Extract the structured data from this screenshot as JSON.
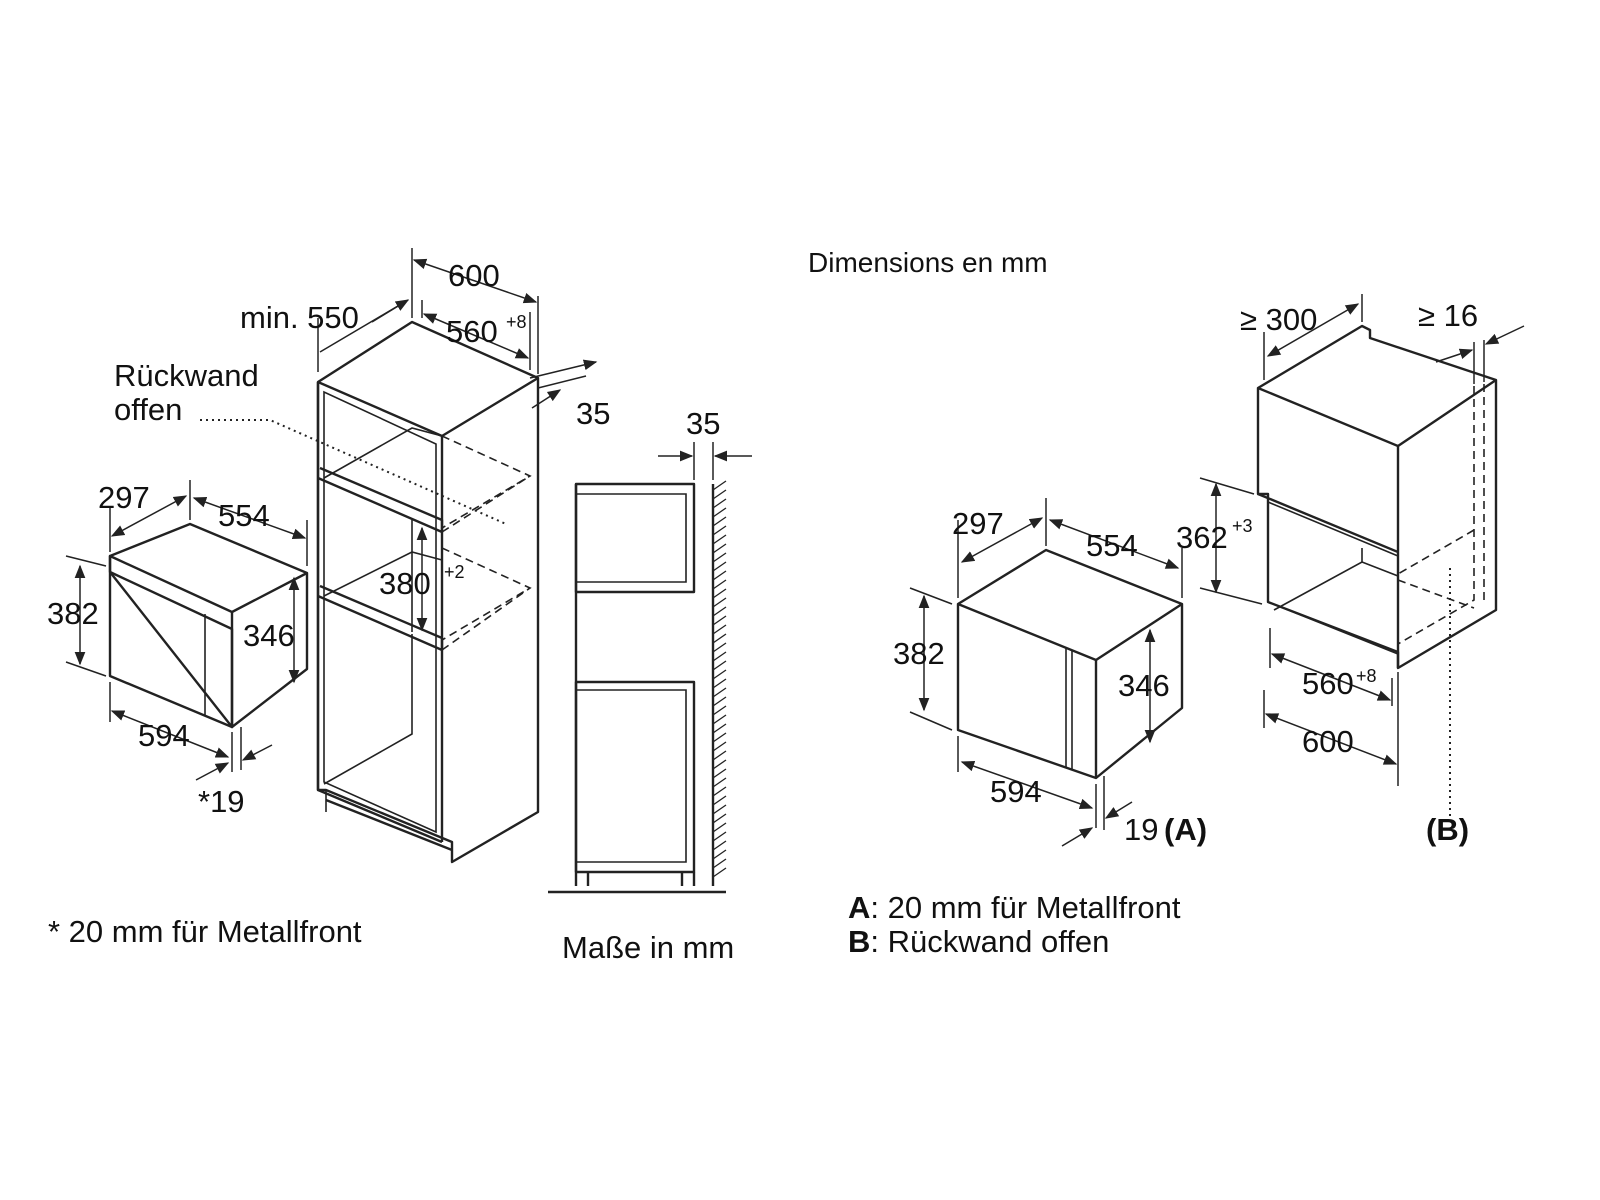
{
  "left_diagram": {
    "microwave": {
      "depth": "297",
      "width_top": "554",
      "height": "382",
      "inner_height": "346",
      "width": "594",
      "front_offset": "*19"
    },
    "cabinet": {
      "depth_min": "min. 550",
      "width": "600",
      "inner_width": "560",
      "inner_width_tol": "+8",
      "side_offset": "35",
      "niche_height": "380",
      "niche_height_tol": "+2",
      "back_wall_label_1": "Rückwand",
      "back_wall_label_2": "offen"
    },
    "side_view": {
      "gap": "35"
    },
    "footnote": "* 20 mm für Metallfront",
    "units": "Maße in mm"
  },
  "right_diagram": {
    "title": "Dimensions en mm",
    "microwave": {
      "depth": "297",
      "width_top": "554",
      "height": "382",
      "inner_height": "346",
      "width": "594",
      "front_offset": "19",
      "front_marker": "(A)"
    },
    "cabinet": {
      "depth_min": "≥ 300",
      "gap_min": "≥ 16",
      "niche_height": "362",
      "niche_height_tol": "+3",
      "inner_width": "560",
      "inner_width_tol": "+8",
      "width": "600",
      "back_marker": "(B)"
    },
    "legend": [
      {
        "key": "A",
        "text": ": 20 mm für Metallfront"
      },
      {
        "key": "B",
        "text": ": Rückwand offen"
      }
    ]
  }
}
